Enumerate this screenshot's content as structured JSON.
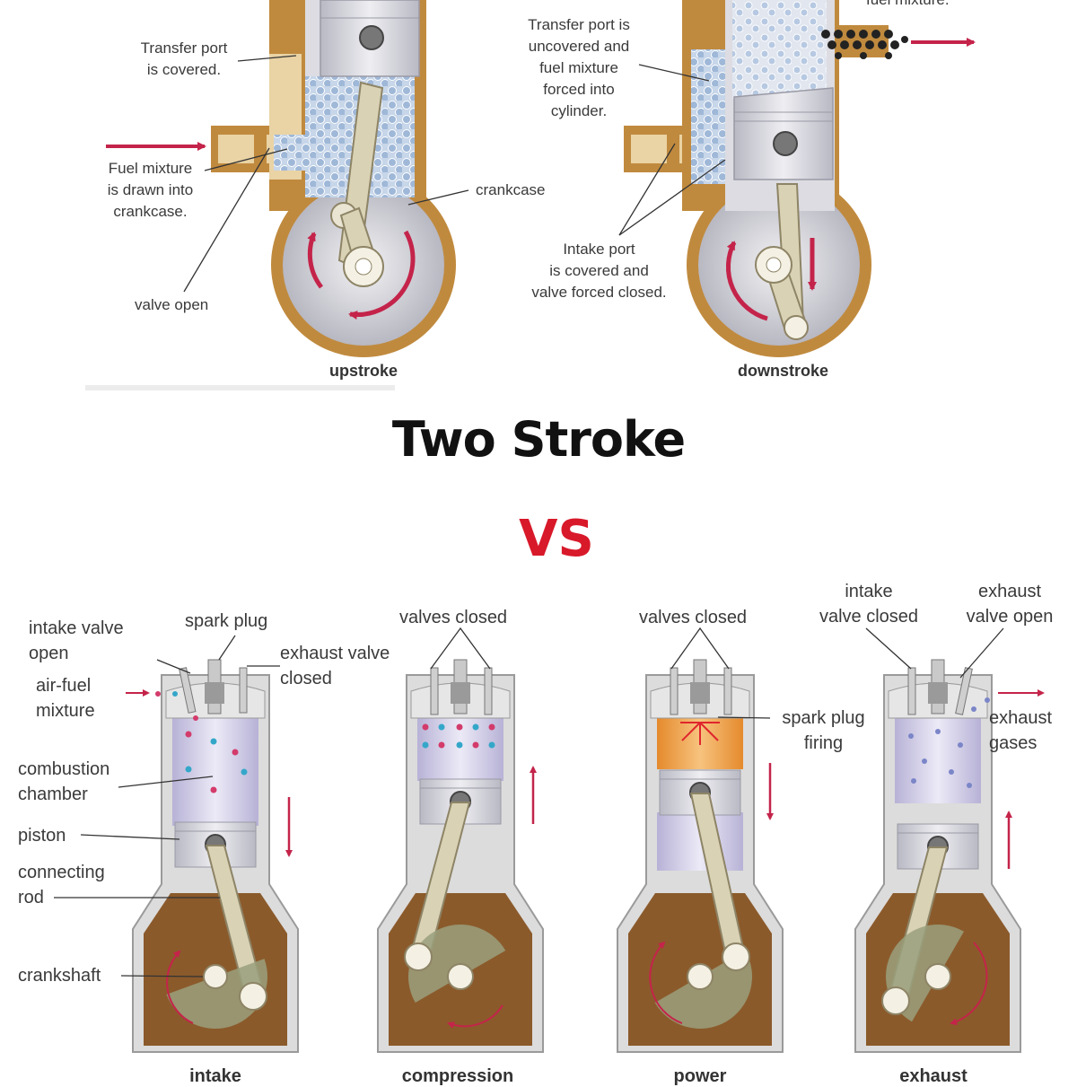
{
  "colors": {
    "casing": "#c08a3e",
    "casing_fill": "#ead3a4",
    "cylinder": "#e4e4e4",
    "mixture_blue": "#a9c3e4",
    "arrow_red": "#c4244a",
    "crankcase_brown": "#8b5a2b",
    "rod": "#d9d2b4",
    "title_black": "#111111",
    "vs_red": "#d8192a"
  },
  "two_stroke": {
    "upstroke": {
      "caption": "upstroke",
      "labels": {
        "transfer_covered": "Transfer port\nis covered.",
        "fuel_drawn": "Fuel mixture\nis drawn into\ncrankcase.",
        "crankcase": "crankcase",
        "valve_open": "valve open"
      }
    },
    "downstroke": {
      "caption": "downstroke",
      "labels": {
        "fuel_mixture_cut": "fuel mixture.",
        "transfer_uncovered": "Transfer port is\nuncovered and\nfuel mixture\nforced into\ncylinder.",
        "intake_covered": "Intake port\nis covered and\nvalve forced closed."
      }
    }
  },
  "title": "Two Stroke",
  "vs": "VS",
  "four_stroke": {
    "intake": {
      "caption": "intake",
      "labels": {
        "intake_valve_open": "intake valve\nopen",
        "spark_plug": "spark plug",
        "exhaust_valve_closed": "exhaust valve\nclosed",
        "air_fuel_mixture": "air-fuel\nmixture",
        "combustion_chamber": "combustion\nchamber",
        "piston": "piston",
        "connecting_rod": "connecting\nrod",
        "crankshaft": "crankshaft"
      }
    },
    "compression": {
      "caption": "compression",
      "labels": {
        "valves_closed": "valves closed"
      }
    },
    "power": {
      "caption": "power",
      "labels": {
        "valves_closed": "valves closed",
        "spark_plug_firing": "spark plug\nfiring"
      }
    },
    "exhaust": {
      "caption": "exhaust",
      "labels": {
        "intake_valve_closed": "intake\nvalve closed",
        "exhaust_valve_open": "exhaust\nvalve open",
        "exhaust_gases": "exhaust\ngases"
      }
    }
  }
}
